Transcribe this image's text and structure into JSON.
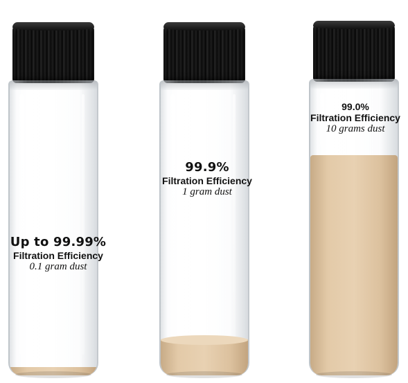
{
  "vials": [
    {
      "headline": "Up to 99.99%",
      "label": "Filtration Efficiency",
      "amount": "0.1 gram dust"
    },
    {
      "headline": "99.9%",
      "label": "Filtration Efficiency",
      "amount": "1 gram dust"
    },
    {
      "headline": "99.0%",
      "label": "Filtration Efficiency",
      "amount": "10 grams dust"
    }
  ],
  "colors": {
    "cap": "#0a0a0a",
    "dust": "#e3caa8",
    "text": "#111111"
  }
}
